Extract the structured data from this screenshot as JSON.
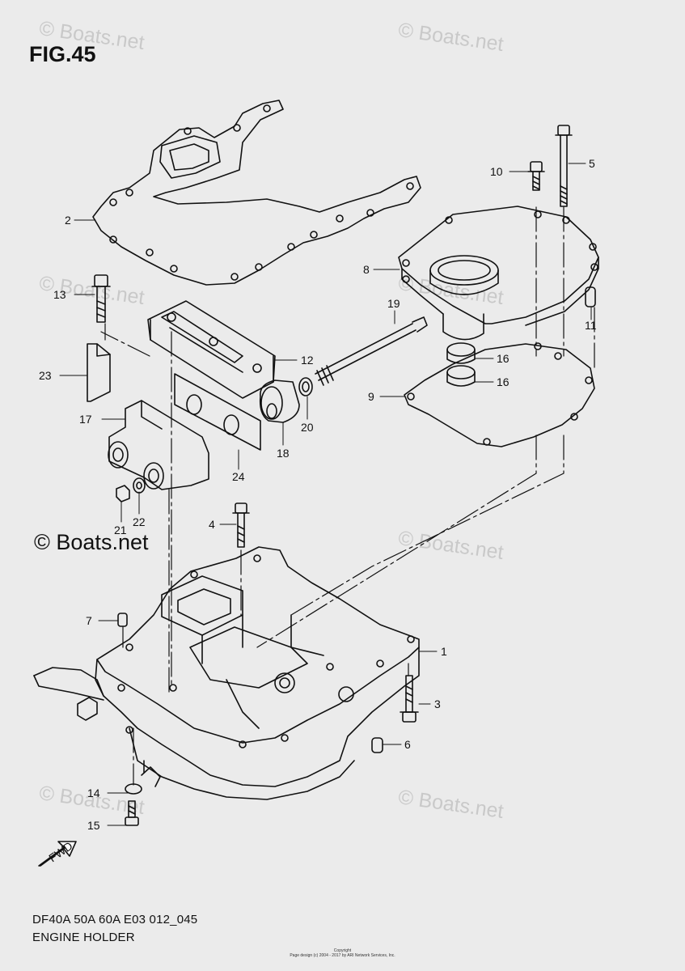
{
  "figure": {
    "title": "FIG.45",
    "model": "DF40A 50A 60A E03 012_045",
    "name": "ENGINE HOLDER",
    "fwd_label": "FWD"
  },
  "watermark": {
    "brand": "© Boats.net",
    "faint": "© Boats.net"
  },
  "copyright": {
    "line1": "Copyright",
    "line2": "Page design (c) 2004 - 2017 by ARI Network Services, Inc."
  },
  "callouts": [
    {
      "id": "1",
      "text": "1"
    },
    {
      "id": "2",
      "text": "2"
    },
    {
      "id": "3",
      "text": "3"
    },
    {
      "id": "4",
      "text": "4"
    },
    {
      "id": "5",
      "text": "5"
    },
    {
      "id": "6",
      "text": "6"
    },
    {
      "id": "7",
      "text": "7"
    },
    {
      "id": "8",
      "text": "8"
    },
    {
      "id": "9",
      "text": "9"
    },
    {
      "id": "10",
      "text": "10"
    },
    {
      "id": "11",
      "text": "11"
    },
    {
      "id": "12",
      "text": "12"
    },
    {
      "id": "13",
      "text": "13"
    },
    {
      "id": "14",
      "text": "14"
    },
    {
      "id": "15",
      "text": "15"
    },
    {
      "id": "16a",
      "text": "16"
    },
    {
      "id": "16b",
      "text": "16"
    },
    {
      "id": "17",
      "text": "17"
    },
    {
      "id": "18",
      "text": "18"
    },
    {
      "id": "19",
      "text": "19"
    },
    {
      "id": "20",
      "text": "20"
    },
    {
      "id": "21",
      "text": "21"
    },
    {
      "id": "22",
      "text": "22"
    },
    {
      "id": "23",
      "text": "23"
    },
    {
      "id": "24",
      "text": "24"
    }
  ]
}
